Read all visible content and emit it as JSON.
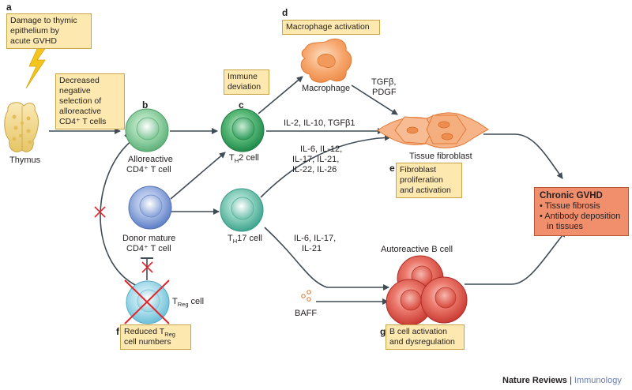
{
  "letters": {
    "a": "a",
    "b": "b",
    "c": "c",
    "d": "d",
    "e": "e",
    "f": "f",
    "g": "g"
  },
  "boxes": {
    "a": [
      "Damage to thymic",
      "epithelium by",
      "acute GVHD"
    ],
    "neg_sel": [
      "Decreased",
      "negative",
      "selection of",
      "alloreactive",
      "CD4⁺ T cells"
    ],
    "immune": [
      "Immune",
      "deviation"
    ],
    "d": "Macrophage activation",
    "e": [
      "Fibroblast",
      "proliferation",
      "and activation"
    ],
    "f_pre": "Reduced T",
    "f_sub": "Reg",
    "f_line2": "cell numbers",
    "g": [
      "B cell activation",
      "and dysregulation"
    ]
  },
  "gvhd": {
    "title": "Chronic GVHD",
    "items": [
      "• Tissue fibrosis",
      "• Antibody deposition",
      "   in tissues"
    ]
  },
  "labels": {
    "thymus": "Thymus",
    "allo1": "Alloreactive",
    "allo2": "CD4⁺ T cell",
    "donor1": "Donor mature",
    "donor2": "CD4⁺ T cell",
    "th2_pre": "T",
    "th2_sub": "H",
    "th2_post": "2 cell",
    "th17_pre": "T",
    "th17_sub": "H",
    "th17_post": "17 cell",
    "treg_pre": "T",
    "treg_sub": "Reg",
    "treg_post": " cell",
    "macrophage": "Macrophage",
    "tgf": "TGFβ,",
    "pdgf": "PDGF",
    "il_th2": "IL-2, IL-10, TGFβ1",
    "il_th17a": [
      "IL-6, IL-12,",
      "IL-17, IL-21,",
      "IL-22, IL-26"
    ],
    "il_th17b": [
      "IL-6, IL-17,",
      "IL-21"
    ],
    "fibroblast": "Tissue fibroblast",
    "bcell": "Autoreactive B cell",
    "baff": "BAFF"
  },
  "footer": {
    "journal": "Nature Reviews",
    "sep": " | ",
    "section": "Immunology"
  },
  "colors": {
    "arrow": "#3f4b55",
    "box": "#fde9b0",
    "gvhd": "#f18f6d",
    "inhibit": "#e0262b"
  }
}
